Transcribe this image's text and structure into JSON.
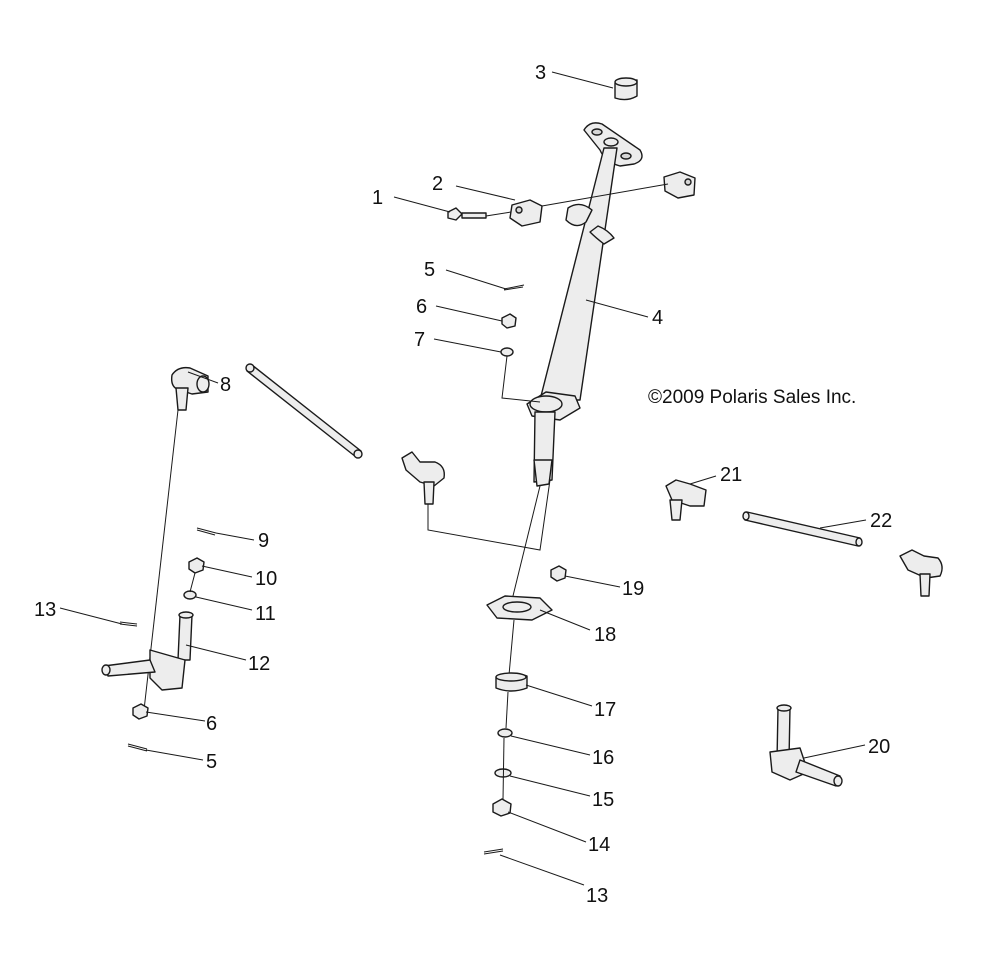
{
  "copyright": "©2009 Polaris Sales Inc.",
  "callouts": {
    "c1": "1",
    "c2": "2",
    "c3": "3",
    "c4": "4",
    "c5a": "5",
    "c6a": "6",
    "c7": "7",
    "c8": "8",
    "c9": "9",
    "c10": "10",
    "c11": "11",
    "c12": "12",
    "c13a": "13",
    "c6b": "6",
    "c5b": "5",
    "c19": "19",
    "c18": "18",
    "c17": "17",
    "c16": "16",
    "c15": "15",
    "c14": "14",
    "c13b": "13",
    "c21": "21",
    "c22": "22",
    "c20": "20"
  }
}
